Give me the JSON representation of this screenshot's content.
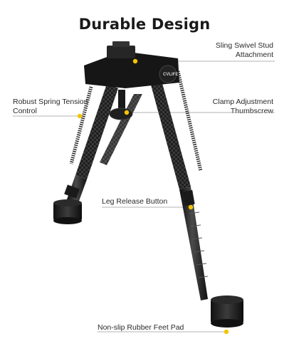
{
  "title": "Durable Design",
  "callouts": {
    "sling_line1": "Sling Swivel Stud",
    "sling_line2": "Attachment",
    "robust_line1": "Robust Spring Tension",
    "robust_line2": "Control",
    "clamp_line1": "Clamp Adjustment",
    "clamp_line2": "Thumbscrew",
    "leg_release": "Leg Release Button",
    "feet_pad": "Non-slip Rubber Feet Pad"
  },
  "brand_mark": "CVLIFE",
  "colors": {
    "marker_dot": "#f5c400",
    "leader_line": "#9a9a9a",
    "metal_dark": "#1c1c1c"
  }
}
